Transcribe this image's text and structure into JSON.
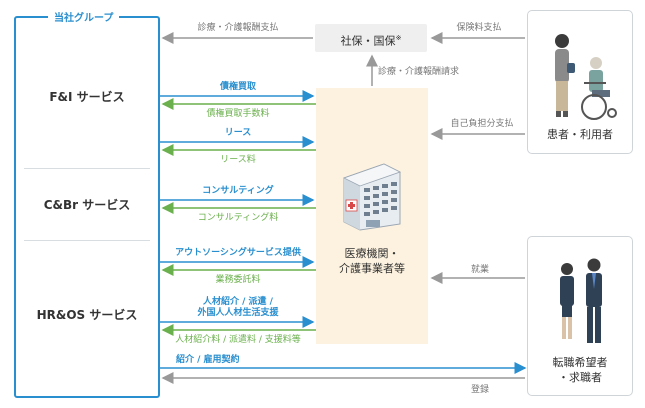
{
  "group": {
    "title": "当社グループ",
    "services": [
      "F&I サービス",
      "C&Br サービス",
      "HR&OS サービス"
    ]
  },
  "center": {
    "label_line1": "医療機関・",
    "label_line2": "介護事業者等"
  },
  "insurer": {
    "label": "社保・国保",
    "mark": "※"
  },
  "patients": {
    "label": "患者・利用者"
  },
  "jobseekers": {
    "label_line1": "転職希望者",
    "label_line2": "・求職者"
  },
  "flows": {
    "top_left": "診療・介護報酬支払",
    "top_right": "保険料支払",
    "claim": "診療・介護報酬請求",
    "copay": "自己負担分支払",
    "employ": "就業",
    "register": "登録",
    "receivables_buy": "債権買取",
    "receivables_fee": "債権買取手数料",
    "lease": "リース",
    "lease_fee": "リース料",
    "consulting": "コンサルティング",
    "consulting_fee": "コンサルティング料",
    "outsourcing": "アウトソーシングサービス提供",
    "outsourcing_fee": "業務委託料",
    "placement_line1": "人材紹介 / 派遣 /",
    "placement_line2": "外国人人材生活支援",
    "placement_fee": "人材紹介料 / 派遣料 / 支援料等",
    "intro": "紹介 / 雇用契約"
  },
  "colors": {
    "blue": "#2a8fcf",
    "green": "#6ab04c",
    "gray": "#999999",
    "center_fill": "#fdf2df"
  }
}
